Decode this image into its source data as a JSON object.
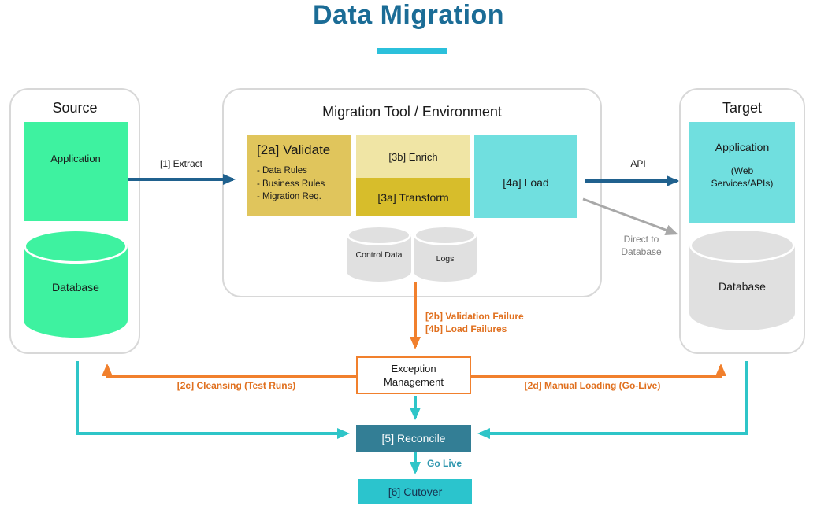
{
  "title": "Data Migration",
  "source": {
    "label": "Source",
    "application": "Application",
    "database": "Database"
  },
  "migration": {
    "label": "Migration Tool / Environment",
    "validate": {
      "title": "[2a] Validate",
      "bullets": [
        "- Data Rules",
        "- Business Rules",
        "- Migration Req."
      ]
    },
    "enrich": "[3b] Enrich",
    "transform": "[3a] Transform",
    "load": "[4a] Load",
    "control_data": "Control Data",
    "logs": "Logs"
  },
  "target": {
    "label": "Target",
    "application": "Application",
    "application_sub": "(Web Services/APIs)",
    "database": "Database"
  },
  "flows": {
    "extract": "[1] Extract",
    "api": "API",
    "direct_to_database": "Direct to Database",
    "validation_failure": "[2b] Validation Failure",
    "load_failures": "[4b] Load Failures",
    "cleansing": "[2c] Cleansing (Test Runs)",
    "manual_loading": "[2d] Manual Loading (Go-Live)",
    "go_live": "Go Live"
  },
  "exception_management": "Exception Management",
  "reconcile": "[5] Reconcile",
  "cutover": "[6] Cutover",
  "colors": {
    "title_blue": "#1B6C96",
    "underline_teal": "#2BC0DB",
    "source_green": "#3EF2A0",
    "validate_yellow": "#E0C55C",
    "enrich_light_yellow": "#F0E5A5",
    "transform_gold": "#D7BD2B",
    "load_teal": "#70DFDF",
    "cylinder_gray": "#E0E0E0",
    "arrow_dark_blue": "#20618E",
    "arrow_gray": "#A8A8A8",
    "arrow_orange": "#F1802D",
    "arrow_teal": "#2EC5C8",
    "reconcile_fill": "#337E95",
    "cutover_fill": "#2BC4CD",
    "panel_border": "#D8D8D8"
  }
}
